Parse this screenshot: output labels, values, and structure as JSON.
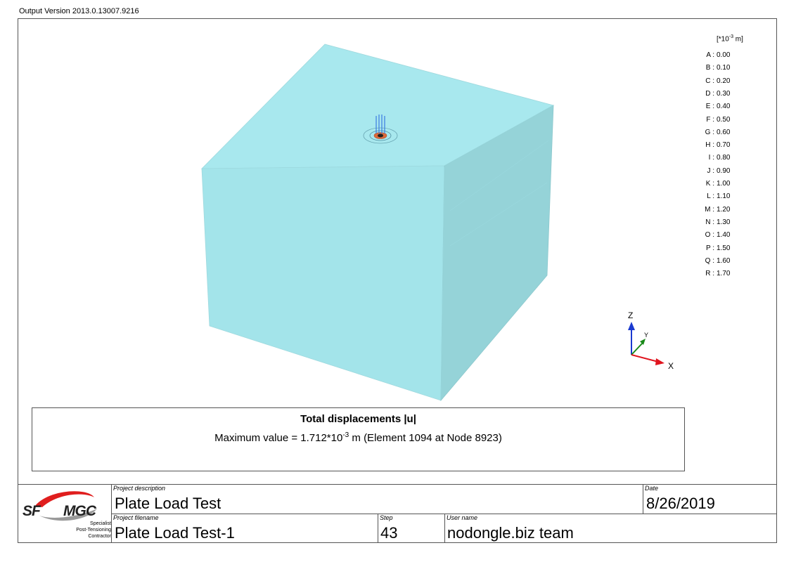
{
  "header": {
    "version": "Output Version 2013.0.13007.9216"
  },
  "legend": {
    "unit_base": "[*10",
    "unit_exp": "-3",
    "unit_tail": " m]",
    "items": [
      {
        "label": "A :",
        "value": "0.00"
      },
      {
        "label": "B :",
        "value": "0.10"
      },
      {
        "label": "C :",
        "value": "0.20"
      },
      {
        "label": "D :",
        "value": "0.30"
      },
      {
        "label": "E :",
        "value": "0.40"
      },
      {
        "label": "F :",
        "value": "0.50"
      },
      {
        "label": "G :",
        "value": "0.60"
      },
      {
        "label": "H :",
        "value": "0.70"
      },
      {
        "label": "I :",
        "value": "0.80"
      },
      {
        "label": "J :",
        "value": "0.90"
      },
      {
        "label": "K :",
        "value": "1.00"
      },
      {
        "label": "L :",
        "value": "1.10"
      },
      {
        "label": "M :",
        "value": "1.20"
      },
      {
        "label": "N :",
        "value": "1.30"
      },
      {
        "label": "O :",
        "value": "1.40"
      },
      {
        "label": "P :",
        "value": "1.50"
      },
      {
        "label": "Q :",
        "value": "1.60"
      },
      {
        "label": "R :",
        "value": "1.70"
      }
    ]
  },
  "axes": {
    "z": "Z",
    "y": "Y",
    "x": "X"
  },
  "result": {
    "title": "Total displacements |u|",
    "max_prefix": "Maximum value = 1.712*10",
    "max_exp": "-3",
    "max_suffix": " m (Element 1094 at Node 8923)"
  },
  "title_block": {
    "logo": {
      "left": "SF",
      "right": "MGC",
      "sub1": "Specialist",
      "sub2": "Post-Tensioning",
      "sub3": "Contractor"
    },
    "project_description_label": "Project description",
    "project_description": "Plate Load Test",
    "date_label": "Date",
    "date": "8/26/2019",
    "project_filename_label": "Project filename",
    "project_filename": "Plate Load Test-1",
    "step_label": "Step",
    "step": "43",
    "user_name_label": "User name",
    "user_name": "nodongle.biz team"
  },
  "colors": {
    "top_face": "#a8e8ee",
    "front_face": "#a3e4ea",
    "side_face": "#95d3d8",
    "axis_x": "#e0141e",
    "axis_y": "#1a8a1a",
    "axis_z": "#1a3ad0"
  }
}
